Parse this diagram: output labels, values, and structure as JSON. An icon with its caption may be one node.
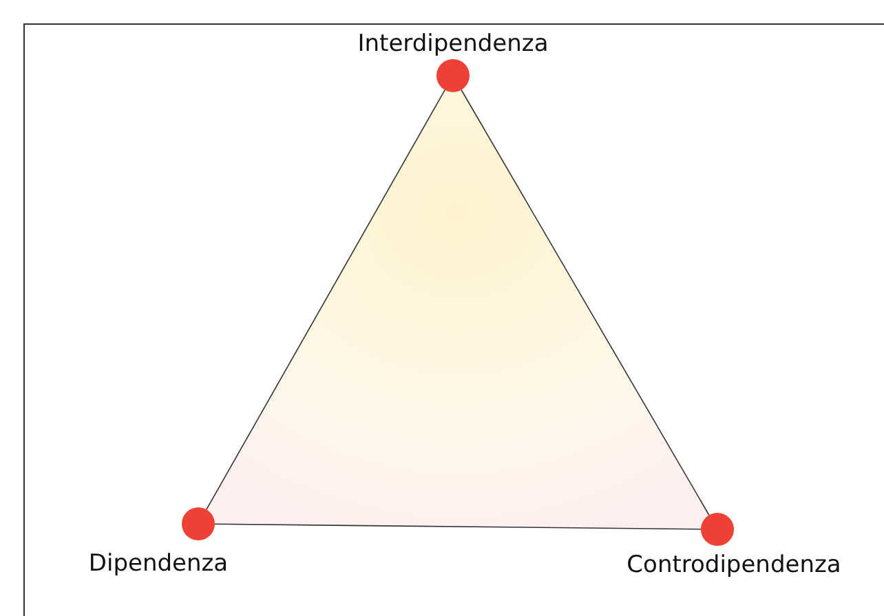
{
  "diagram": {
    "nodes": [
      {
        "text": [],
        "shape": "circle",
        "beside": [
          "Interdipendenza"
        ]
      },
      {
        "text": [],
        "shape": "circle",
        "beside": [
          "Dipendenza"
        ]
      },
      {
        "text": [],
        "shape": "circle",
        "beside": [
          "Controdipendenza"
        ]
      }
    ],
    "edges": [
      {
        "from": 0,
        "to": 1,
        "arrow": "none"
      },
      {
        "from": 1,
        "to": 2,
        "arrow": "none"
      },
      {
        "from": 2,
        "to": 0,
        "arrow": "none"
      }
    ]
  }
}
